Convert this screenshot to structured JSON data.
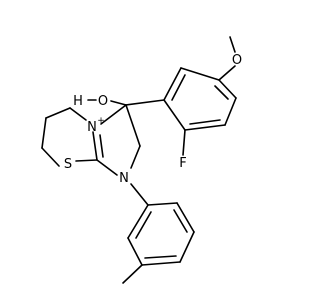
{
  "structure": {
    "atoms": {
      "hydroxyl_h": "H",
      "hydroxyl_o": "O",
      "ring_n_cation": "N",
      "ring_n_charge": "+",
      "ring_n_amine": "N",
      "ring_s": "S",
      "fluorine": "F",
      "methoxy_o": "O"
    }
  }
}
